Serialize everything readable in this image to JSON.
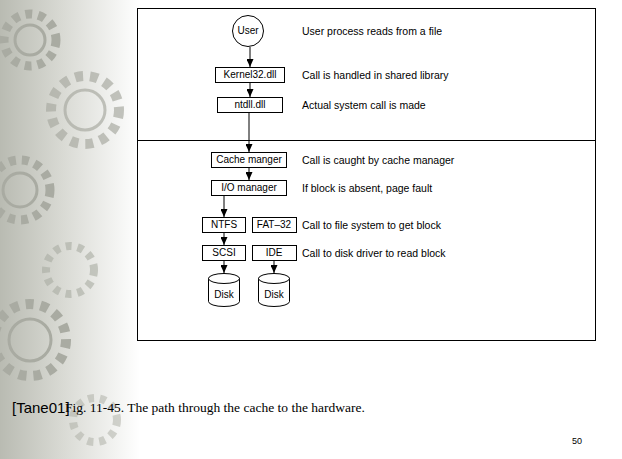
{
  "diagram": {
    "caption": "Fig. 11-45. The path through the cache to the hardware.",
    "nodes": [
      {
        "text": [
          "User"
        ]
      },
      {
        "text": [
          "Kernel32.dll"
        ]
      },
      {
        "text": [
          "ntdll.dll"
        ]
      },
      {
        "text": [
          "Cache manger"
        ]
      },
      {
        "text": [
          "I/O manager"
        ]
      },
      {
        "text": [
          "NTFS"
        ]
      },
      {
        "text": [
          "FAT–32"
        ]
      },
      {
        "text": [
          "SCSI"
        ]
      },
      {
        "text": [
          "IDE"
        ]
      },
      {
        "text": [
          "Disk"
        ]
      },
      {
        "text": [
          "Disk"
        ]
      }
    ],
    "edges": [
      {
        "from": 0,
        "to": 1,
        "arrow": "to"
      },
      {
        "from": 1,
        "to": 2,
        "arrow": "to"
      },
      {
        "from": 2,
        "to": 3,
        "arrow": "to"
      },
      {
        "from": 3,
        "to": 4,
        "arrow": "to"
      },
      {
        "from": 4,
        "to": 5,
        "arrow": "to"
      },
      {
        "from": 5,
        "to": 7,
        "arrow": "to"
      },
      {
        "from": 7,
        "to": 9,
        "arrow": "to"
      },
      {
        "from": 8,
        "to": 10,
        "arrow": "to"
      }
    ],
    "labels": [
      "User process reads from a file",
      "Call is handled in shared library",
      "Actual system call is made",
      "Call is caught by cache manager",
      "If block is absent, page fault",
      "Call to file system to get block",
      "Call to disk driver to read block",
      "[Tane01]",
      "50"
    ]
  }
}
